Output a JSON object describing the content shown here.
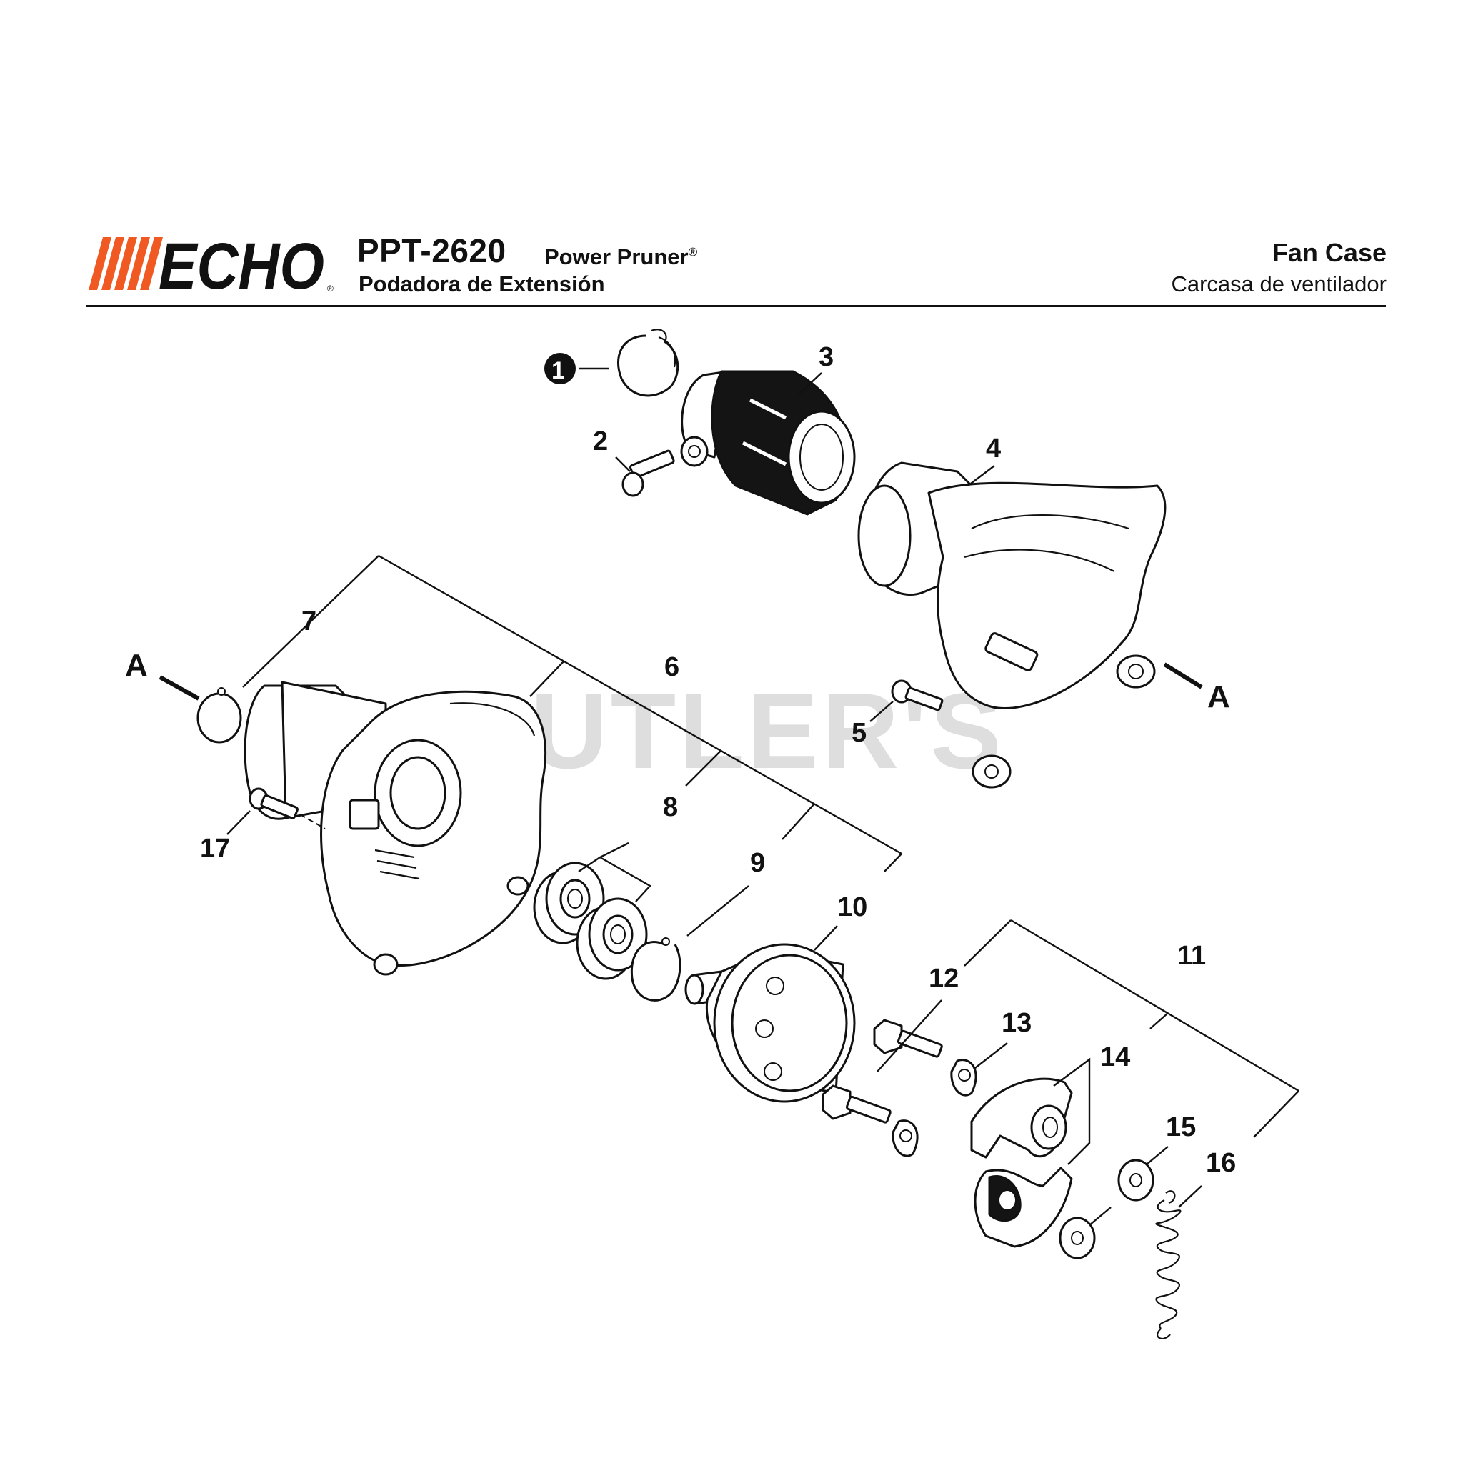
{
  "header": {
    "brand": "ECHO",
    "model_number": "PPT-2620",
    "model_name_en": "Power Pruner",
    "model_name_en_mark": "®",
    "model_name_es": "Podadora de Extensión",
    "section_title_en": "Fan Case",
    "section_title_es": "Carcasa de ventilador",
    "brand_color": "#f05a22"
  },
  "watermark": "CUTLER'S",
  "callouts": [
    "1",
    "2",
    "3",
    "4",
    "5",
    "6",
    "7",
    "8",
    "9",
    "10",
    "11",
    "12",
    "13",
    "14",
    "15",
    "16",
    "17"
  ],
  "markers": {
    "left": "A",
    "right": "A"
  }
}
